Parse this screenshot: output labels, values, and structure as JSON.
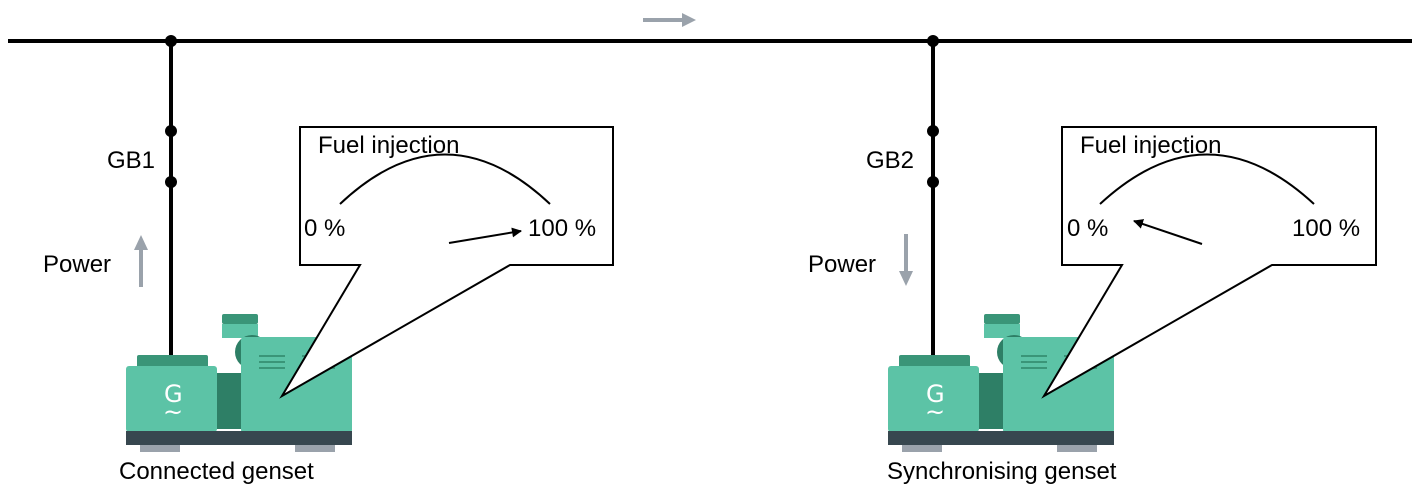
{
  "colors": {
    "line": "#000000",
    "arrow_grey": "#9aa2ab",
    "genset_light": "#5cc3a6",
    "genset_dark": "#3a9578",
    "genset_mid": "#2e7f66",
    "base": "#37474f",
    "feet": "#9aa2ab"
  },
  "bus": {
    "flow_direction": "right",
    "flow_icon": "arrow-right-icon"
  },
  "left": {
    "breaker_label": "GB1",
    "power_label": "Power",
    "power_direction": "up",
    "power_icon": "arrow-up-icon",
    "callout_title": "Fuel injection",
    "scale_min": "0 %",
    "scale_max": "100 %",
    "needle_points_to": "100 %",
    "generator_symbol": "G",
    "generator_wave": "~",
    "caption": "Connected genset"
  },
  "right": {
    "breaker_label": "GB2",
    "power_label": "Power",
    "power_direction": "down",
    "power_icon": "arrow-down-icon",
    "callout_title": "Fuel injection",
    "scale_min": "0 %",
    "scale_max": "100 %",
    "needle_points_to": "0 %",
    "generator_symbol": "G",
    "generator_wave": "~",
    "caption": "Synchronising genset"
  }
}
